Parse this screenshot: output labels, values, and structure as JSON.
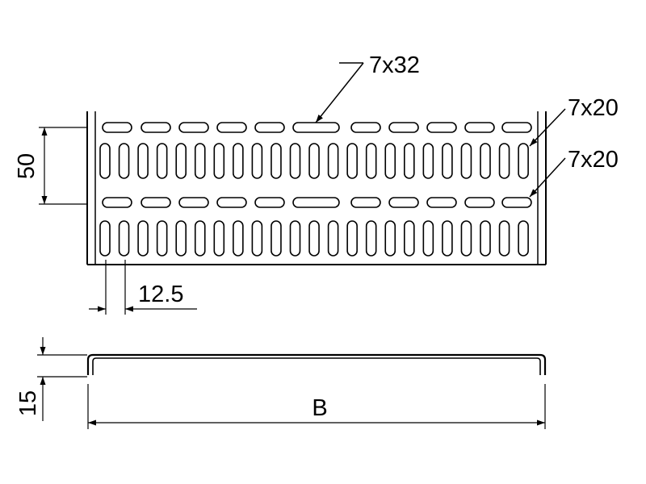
{
  "drawing": {
    "callouts": {
      "top_slot": "7x32",
      "right_upper": "7x20",
      "right_lower": "7x20"
    },
    "dimensions": {
      "height": "50",
      "pitch": "12.5",
      "flange": "15",
      "width": "B"
    }
  }
}
